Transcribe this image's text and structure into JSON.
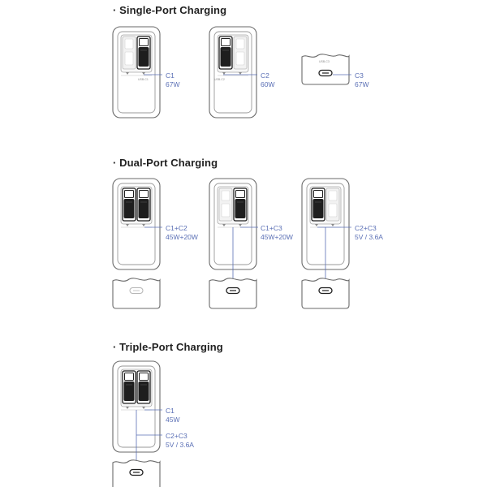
{
  "sections": [
    {
      "heading": "· Single-Port Charging"
    },
    {
      "heading": "· Dual-Port Charging"
    },
    {
      "heading": "· Triple-Port Charging"
    }
  ],
  "single": [
    {
      "port": "C1",
      "power": "67W"
    },
    {
      "port": "C2",
      "power": "60W"
    },
    {
      "port": "C3",
      "power": "67W"
    }
  ],
  "dual": [
    {
      "port": "C1+C2",
      "power": "45W+20W"
    },
    {
      "port": "C1+C3",
      "power": "45W+20W"
    },
    {
      "port": "C2+C3",
      "power": "5V / 3.6A"
    }
  ],
  "triple": [
    {
      "port": "C1",
      "power": "45W"
    },
    {
      "port": "C2+C3",
      "power": "5V / 3.6A"
    }
  ],
  "port_labels": {
    "c1": "USB-C1",
    "c2": "USB-C2",
    "c3": "USB-C3"
  },
  "colors": {
    "accent": "#5a6fb5",
    "outline": "#6a6a6a",
    "plug": "#1e1e1e"
  },
  "icons": [
    "charger-body",
    "usb-c-plug",
    "usb-c-port",
    "leader-line"
  ]
}
